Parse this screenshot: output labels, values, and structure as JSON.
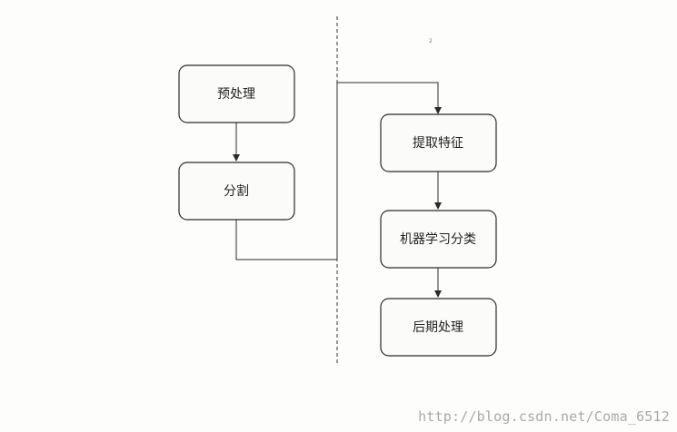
{
  "diagram": {
    "nodes": [
      {
        "id": "preprocess",
        "label": "预处理"
      },
      {
        "id": "segment",
        "label": "分割"
      },
      {
        "id": "feature",
        "label": "提取特征"
      },
      {
        "id": "classify",
        "label": "机器学习分类"
      },
      {
        "id": "postprocess",
        "label": "后期处理"
      }
    ],
    "edges": [
      {
        "from": "preprocess",
        "to": "segment"
      },
      {
        "from": "segment",
        "to": "feature"
      },
      {
        "from": "feature",
        "to": "classify"
      },
      {
        "from": "classify",
        "to": "postprocess"
      }
    ],
    "colors": {
      "stroke": "#2b2b2b",
      "node_fill": "#fbfbfa",
      "divider": "#333333"
    }
  },
  "page_mark": "2",
  "watermark": "http://blog.csdn.net/Coma_6512"
}
